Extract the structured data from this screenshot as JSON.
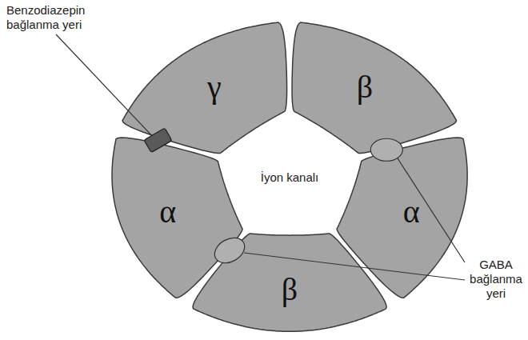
{
  "diagram": {
    "nodes": [
      {
        "text": [
          "γ"
        ]
      },
      {
        "text": [
          "β"
        ]
      },
      {
        "text": [
          "α"
        ]
      },
      {
        "text": [
          "α"
        ]
      },
      {
        "text": [
          "β"
        ]
      }
    ],
    "labels": [
      "Benzodiazepin bağlanma yeri",
      "İyon kanalı",
      "GABA bağlanma yeri"
    ]
  }
}
